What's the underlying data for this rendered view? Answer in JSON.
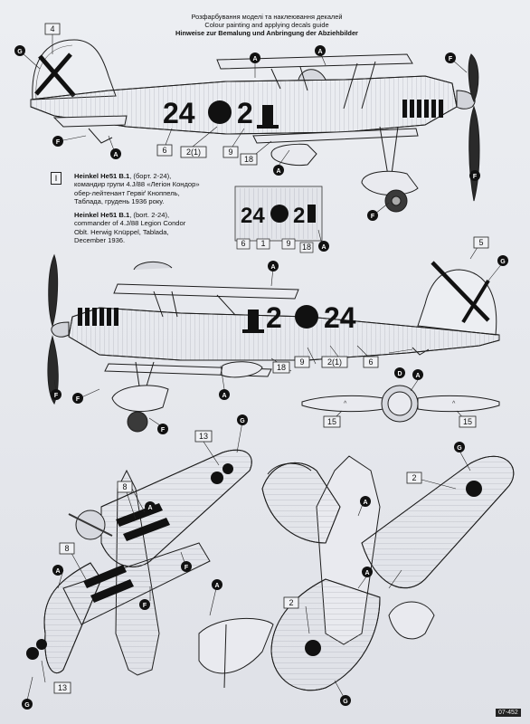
{
  "header": {
    "line_uk": "Розфарбування моделі та наклеювання декалей",
    "line_en": "Colour painting  and applying decals guide",
    "line_de": "Hinweise zur Bemalung und Anbringung der Abziehbilder"
  },
  "scheme_number": "I",
  "caption_uk": {
    "title": "Heinkel He51 B.1",
    "line1": ", (борт. 2-24),",
    "line2": "командир групи 4.J/88 «Легіон Кондор»",
    "line3": "обер-лейтенант Гервіґ Кноппель,",
    "line4": "Таблада, грудень 1936 року."
  },
  "caption_en": {
    "title": "Heinkel He51 B.1",
    "line1": ", (bort. 2-24),",
    "line2": "commander of 4.J/88 Legion Condor",
    "line3": "Oblt. Herwig Knüppel, Tablada,",
    "line4": "December 1936."
  },
  "markings": {
    "code_left": "24",
    "code_right": "2",
    "code_right_alt": "24",
    "code_left_alt": "2"
  },
  "callouts_top": [
    "4",
    "G",
    "A",
    "A",
    "A",
    "F",
    "F",
    "A",
    "6",
    "2(1)",
    "9",
    "18",
    "F",
    "F"
  ],
  "callouts_detail": [
    "6",
    "1",
    "9",
    "18",
    "A"
  ],
  "callouts_mid": [
    "5",
    "G",
    "A",
    "A",
    "F",
    "F",
    "A",
    "F",
    "18",
    "9",
    "2(1)",
    "6",
    "D",
    "15",
    "15"
  ],
  "callouts_bottom": [
    "G",
    "13",
    "8",
    "8",
    "A",
    "A",
    "F",
    "F",
    "A",
    "G",
    "13",
    "2",
    "G",
    "A",
    "A",
    "2",
    "G"
  ],
  "colors": {
    "paper": "#e7e8ed",
    "line": "#1e1e1e",
    "callout": "#111111"
  },
  "page_code": "07-452"
}
